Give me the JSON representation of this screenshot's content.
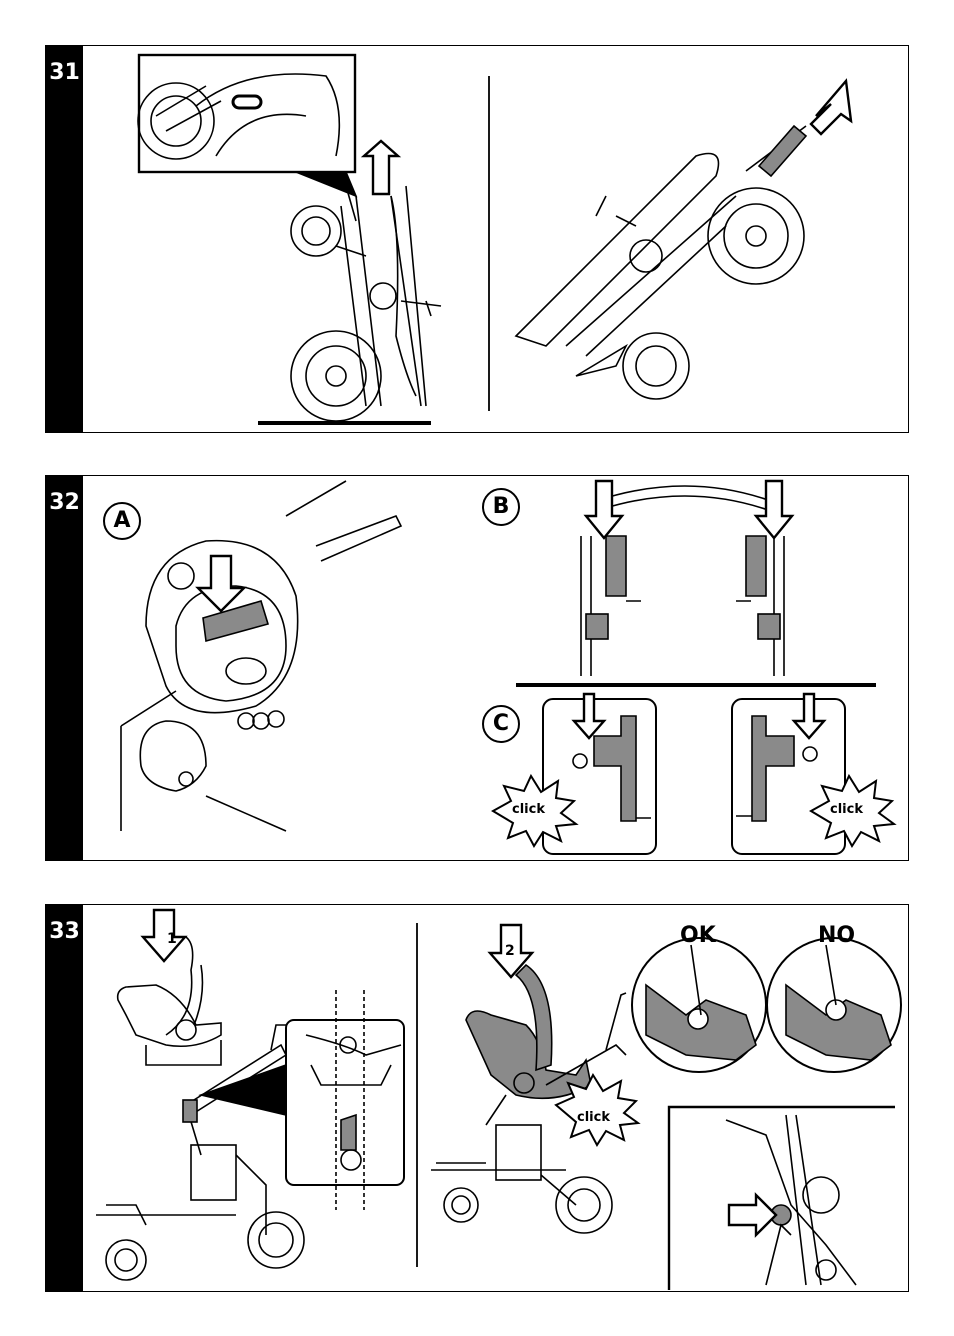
{
  "steps": [
    {
      "number": "31"
    },
    {
      "number": "32",
      "sub_labels": [
        "A",
        "B",
        "C"
      ],
      "click_labels": [
        "click",
        "click"
      ]
    },
    {
      "number": "33",
      "sequence_labels": [
        "1",
        "2"
      ],
      "check_labels": {
        "ok": "OK",
        "no": "NO"
      },
      "click_label": "click"
    }
  ],
  "colors": {
    "ink": "#000000",
    "shade": "#8a8a8a",
    "paper": "#ffffff"
  },
  "icons": [
    "up-arrow-icon",
    "down-arrow-icon",
    "right-arrow-icon",
    "click-burst-icon"
  ]
}
